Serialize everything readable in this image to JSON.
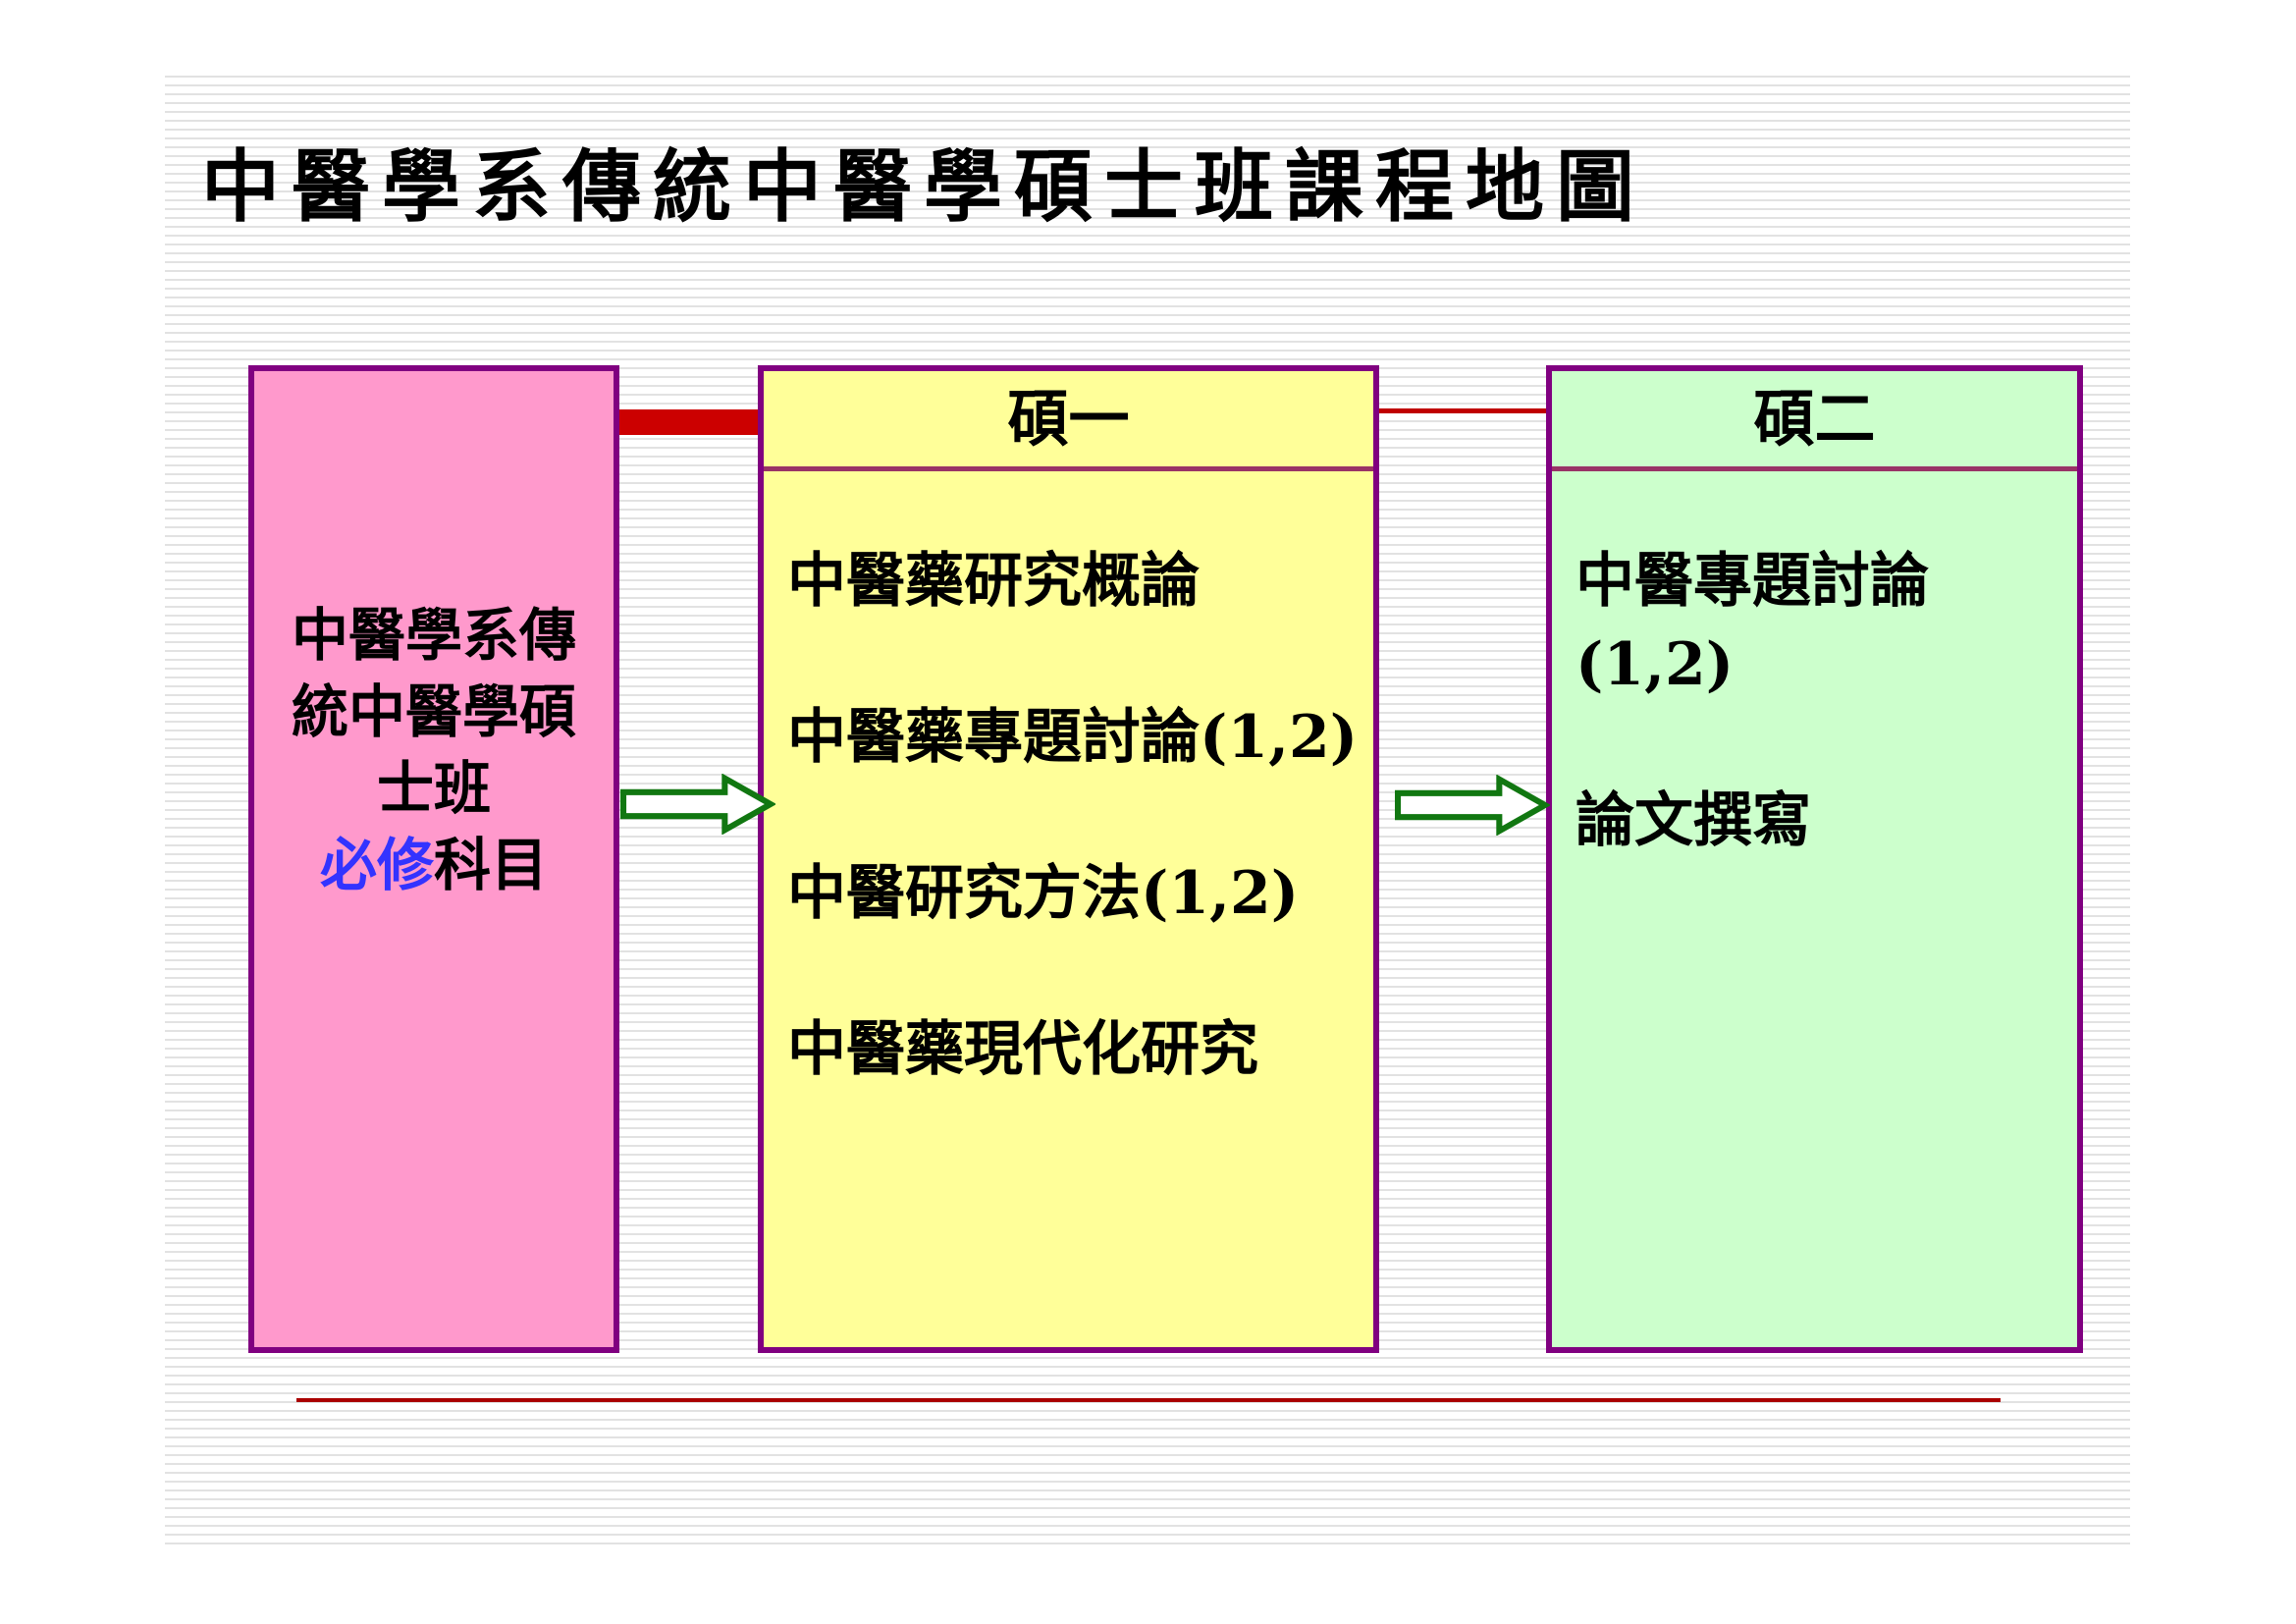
{
  "slide": {
    "title": "中醫學系傳統中醫學碩士班課程地圖"
  },
  "left_box": {
    "name_text": "中醫學系傳統中醫學碩士班",
    "required_highlight": "必修",
    "required_suffix": "科目"
  },
  "middle_box": {
    "header": "碩一",
    "courses": [
      "中醫藥研究概論",
      "中醫藥專題討論(1,2)",
      "中醫研究方法(1,2)",
      "中醫藥現代化研究"
    ]
  },
  "right_box": {
    "header": "碩二",
    "courses": [
      "中醫專題討論(1,2)",
      "論文撰寫"
    ]
  },
  "colors": {
    "left_box_fill": "#FF99CC",
    "middle_box_fill": "#FFFF99",
    "right_box_fill": "#CCFFCC",
    "box_border": "#800080",
    "header_divider": "#993366",
    "thick_connector": "#CC0000",
    "thin_connector": "#C00000",
    "bottom_rule": "#AA0000",
    "arrow_green": "#117711",
    "required_blue": "#3333FF",
    "stripe_gray": "#E2E2E2"
  }
}
